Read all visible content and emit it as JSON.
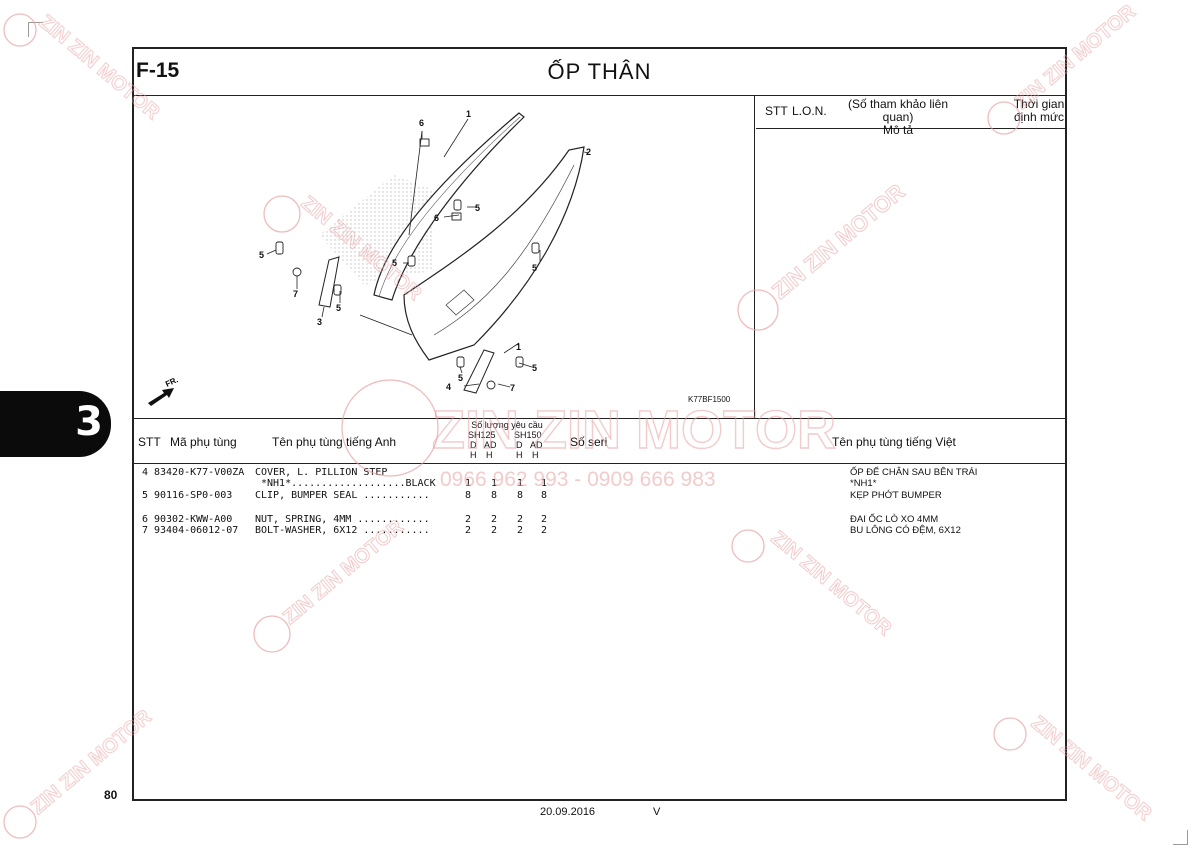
{
  "section": {
    "code": "F-15",
    "title": "ỐP THÂN"
  },
  "ref_panel": {
    "stt": "STT",
    "lon": "L.O.N.",
    "desc_line1": "(Số tham khảo liên quan)",
    "desc_line2": "Mô tả",
    "time_line1": "Thời gian",
    "time_line2": "định mức"
  },
  "diagram": {
    "ref_code": "K77BF1500",
    "front_arrow": "FR.",
    "callouts": [
      "1",
      "2",
      "6",
      "5",
      "6",
      "5",
      "5",
      "5",
      "7",
      "3",
      "5",
      "1",
      "5",
      "5",
      "4",
      "7"
    ]
  },
  "parts_header": {
    "stt": "STT",
    "part_no": "Mã phụ tùng",
    "name_en": "Tên phụ tùng tiếng Anh",
    "qty_title": "Số lượng yêu cầu",
    "model_a": "SH125",
    "model_b": "SH150",
    "sub": [
      "D",
      "AD",
      "D",
      "AD"
    ],
    "sub2": [
      "H",
      "H",
      "H",
      "H"
    ],
    "serial": "Số seri",
    "name_vn": "Tên phụ tùng tiếng Việt"
  },
  "parts": [
    {
      "stt": "4",
      "part_no": "83420-K77-V00ZA",
      "name_en": "COVER, L. PILLION STEP",
      "qty": [
        "",
        "",
        "",
        ""
      ],
      "name_vn": "ỐP ĐỂ CHÂN SAU BÊN TRÁI"
    },
    {
      "stt": "",
      "part_no": "",
      "name_en": "*NH1*...................BLACK",
      "qty": [
        "1",
        "1",
        "1",
        "1"
      ],
      "name_vn": "*NH1*"
    },
    {
      "stt": "5",
      "part_no": "90116-SP0-003",
      "name_en": "CLIP, BUMPER SEAL ...........",
      "qty": [
        "8",
        "8",
        "8",
        "8"
      ],
      "name_vn": "KẸP PHỚT BUMPER"
    },
    {
      "stt": "6",
      "part_no": "90302-KWW-A00",
      "name_en": "NUT, SPRING, 4MM ............",
      "qty": [
        "2",
        "2",
        "2",
        "2"
      ],
      "name_vn": "ĐAI ỐC LÒ XO 4MM"
    },
    {
      "stt": "7",
      "part_no": "93404-06012-07",
      "name_en": "BOLT-WASHER, 6X12 ...........",
      "qty": [
        "2",
        "2",
        "2",
        "2"
      ],
      "name_vn": "BU LÔNG CÓ ĐỆM, 6X12"
    }
  ],
  "side_tab": "3",
  "page_number": "80",
  "footer": {
    "date": "20.09.2016",
    "version": "V"
  },
  "watermark": {
    "brand": "ZIN ZIN MOTOR",
    "phone": "0966 962 993 - 0909 666 983",
    "color": "#e8a0a0"
  }
}
